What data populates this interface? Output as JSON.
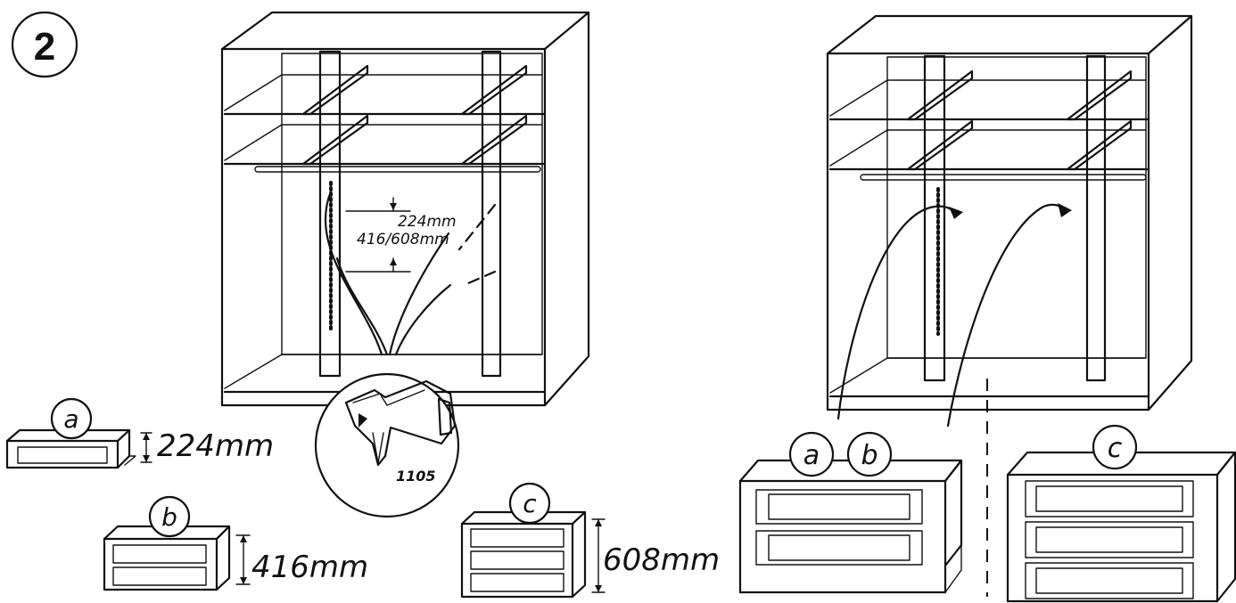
{
  "step": {
    "number": "2"
  },
  "dimensions": {
    "a_height": "224mm",
    "b_height": "416mm",
    "c_height": "608mm",
    "spacing_primary": "224mm",
    "spacing_secondary": "416/608mm"
  },
  "part_code": "1105",
  "drawer_unit_letters": {
    "a": "a",
    "b": "b",
    "c": "c"
  },
  "colors": {
    "ink": "#111111",
    "paper": "#ffffff"
  }
}
